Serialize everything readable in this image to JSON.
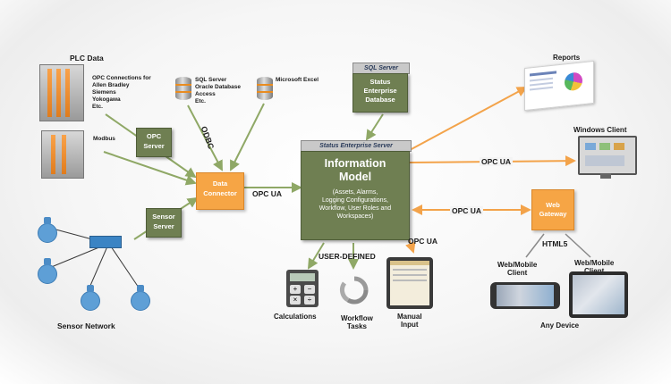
{
  "plc": {
    "title": "PLC Data",
    "opc_connections": [
      "OPC Connections for",
      "Allen Bradley",
      "Siemens",
      "Yokogawa",
      "Etc."
    ],
    "modbus": "Modbus"
  },
  "databases": {
    "sql_list": [
      "SQL Server",
      "Oracle Database",
      "Access",
      "Etc."
    ],
    "excel": "Microsoft Excel",
    "odbc": "ODBC"
  },
  "opc_server": [
    "OPC",
    "Server"
  ],
  "sensor_server": [
    "Sensor",
    "Server"
  ],
  "sensor_network": "Sensor Network",
  "data_connector": [
    "Data",
    "Connector"
  ],
  "sql_server_box": {
    "header": "SQL Server",
    "body": [
      "Status",
      "Enterprise",
      "Database"
    ]
  },
  "status_enterprise_server": {
    "header": "Status Enterprise Server",
    "title": [
      "Information",
      "Model"
    ],
    "description": [
      "(Assets, Alarms,",
      "Logging Configurations,",
      "Workflow, User Roles and",
      "Workspaces)"
    ]
  },
  "links": {
    "opc_ua_left": "OPC UA",
    "opc_ua_windows": "OPC UA",
    "opc_ua_gateway": "OPC UA",
    "opc_ua_manual": "OPC UA",
    "user_defined": "USER-DEFINED",
    "html5": "HTML5"
  },
  "outputs": {
    "reports": "Reports",
    "windows_client": "Windows Client",
    "web_gateway": [
      "Web",
      "Gateway"
    ],
    "web_mobile_client_left": [
      "Web/Mobile",
      "Client"
    ],
    "web_mobile_client_right": [
      "Web/Mobile",
      "Client"
    ],
    "any_device": "Any Device"
  },
  "user_defined": {
    "calculations": "Calculations",
    "workflow_tasks": [
      "Workflow",
      "Tasks"
    ],
    "manual_input": [
      "Manual",
      "Input"
    ]
  },
  "colors": {
    "green_box": "#6f7f52",
    "orange_box": "#f6a545",
    "green_arrow": "#8fa866",
    "orange_arrow": "#f3a34a",
    "sensor_blue": "#5e9fd6"
  }
}
